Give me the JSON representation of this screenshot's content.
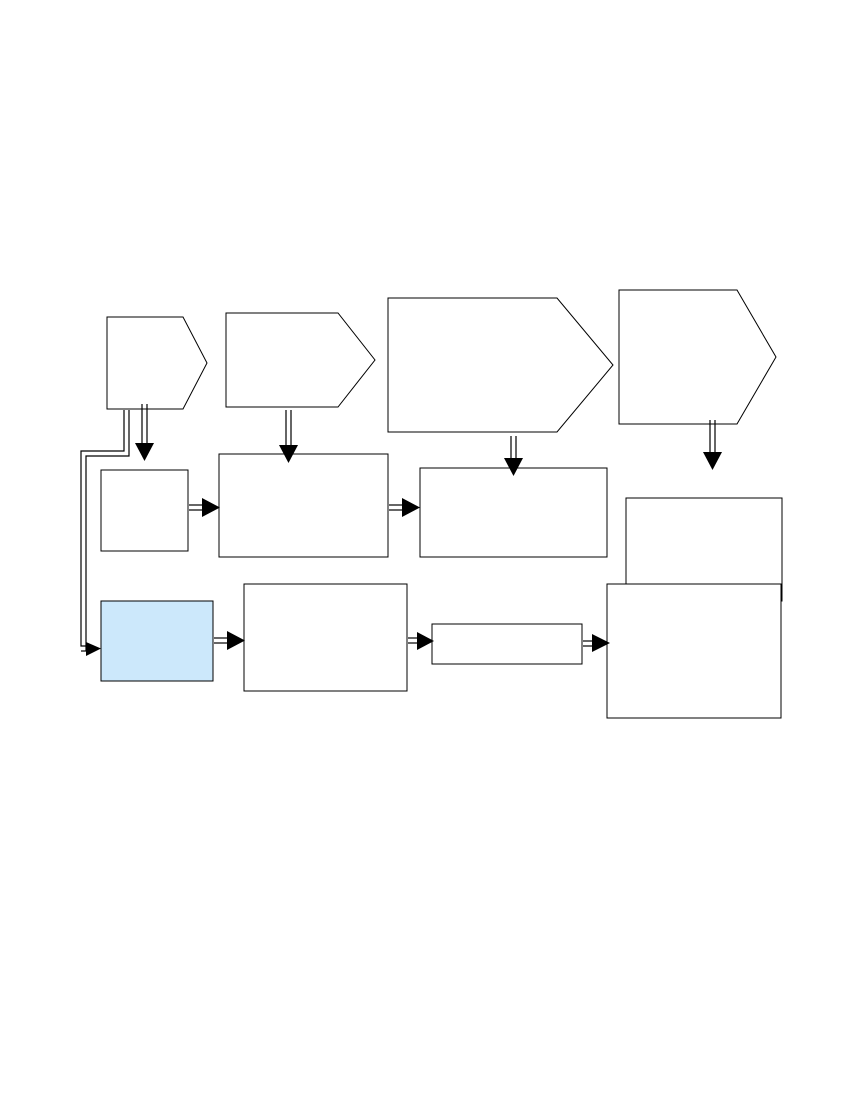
{
  "diagram": {
    "colors": {
      "highlight_fill": "#cce8fb",
      "outline": "#000000",
      "background": "#ffffff"
    },
    "shapes": [
      {
        "id": "pentagon-1",
        "kind": "pentagon",
        "text": ""
      },
      {
        "id": "pentagon-2",
        "kind": "pentagon",
        "text": ""
      },
      {
        "id": "pentagon-3",
        "kind": "pentagon",
        "text": ""
      },
      {
        "id": "pentagon-4",
        "kind": "pentagon",
        "text": ""
      },
      {
        "id": "box-row2-1",
        "kind": "rectangle",
        "text": ""
      },
      {
        "id": "box-row2-2",
        "kind": "rectangle",
        "text": ""
      },
      {
        "id": "box-row2-3",
        "kind": "rectangle",
        "text": ""
      },
      {
        "id": "box-row2-4",
        "kind": "rectangle",
        "text": ""
      },
      {
        "id": "box-row3-1",
        "kind": "rectangle",
        "text": "",
        "highlighted": true
      },
      {
        "id": "box-row3-2",
        "kind": "rectangle",
        "text": ""
      },
      {
        "id": "box-row3-3",
        "kind": "rectangle",
        "text": ""
      },
      {
        "id": "box-row3-4",
        "kind": "rectangle",
        "text": ""
      }
    ],
    "connections": [
      {
        "from": "pentagon-1",
        "to": "box-row2-1"
      },
      {
        "from": "pentagon-2",
        "to": "box-row2-2"
      },
      {
        "from": "pentagon-3",
        "to": "box-row2-3"
      },
      {
        "from": "pentagon-4",
        "to": "box-row2-4"
      },
      {
        "from": "box-row2-1",
        "to": "box-row2-2"
      },
      {
        "from": "box-row2-2",
        "to": "box-row2-3"
      },
      {
        "from": "pentagon-1",
        "to": "box-row3-1"
      },
      {
        "from": "box-row3-1",
        "to": "box-row3-2"
      },
      {
        "from": "box-row3-2",
        "to": "box-row3-3"
      },
      {
        "from": "box-row3-3",
        "to": "box-row3-4"
      }
    ]
  }
}
